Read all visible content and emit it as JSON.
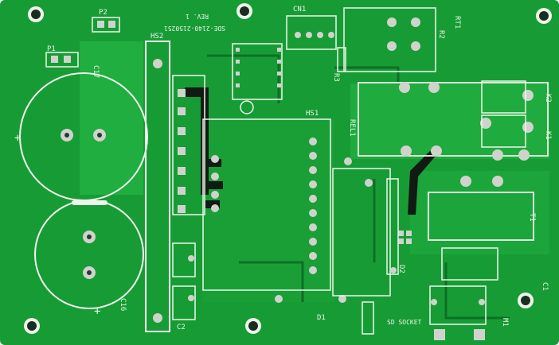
{
  "board": {
    "colors": {
      "board": "#179c35",
      "copper_pour": "#1fae3f",
      "trace": "#0e6f25",
      "silkscreen": "#eef6ec",
      "pad": "#d7dad3",
      "hole": "#2a3a2e",
      "dark_trace": "#121a14"
    },
    "labels": {
      "p1": "P1",
      "p2": "P2",
      "c17": "C17",
      "c16": "C16",
      "hs2": "HS2",
      "hs1": "HS1",
      "d1": "D1",
      "rel1": "REL1",
      "t1": "T1",
      "d2": "D2",
      "c2": "C2",
      "cn1": "CN1",
      "r2": "R2",
      "r3": "R3",
      "c1": "C1",
      "k1": "K1",
      "k2": "K2",
      "m1": "M1",
      "rt1": "RT1",
      "sd_socket": "SD SOCKET",
      "part_no_1": "SDE-2140-2150251",
      "part_no_2": "REV. 1"
    }
  }
}
